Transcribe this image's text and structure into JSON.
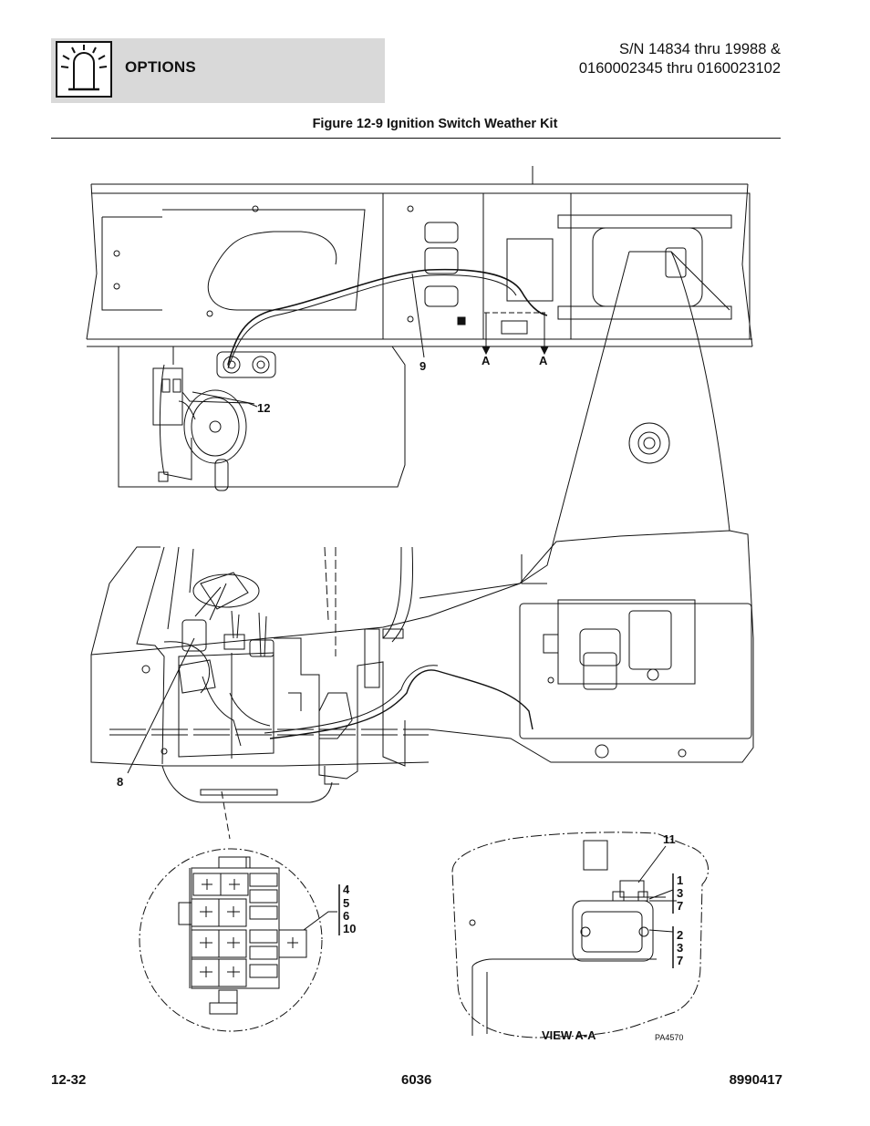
{
  "header": {
    "section_title": "OPTIONS",
    "serial_line1": "S/N 14834 thru 19988 &",
    "serial_line2": "0160002345 thru 0160023102",
    "icon": "beacon-light-icon"
  },
  "figure": {
    "title": "Figure 12-9 Ignition Switch Weather Kit",
    "callouts": {
      "c9": "9",
      "cA1": "A",
      "cA2": "A",
      "c12": "12",
      "c8": "8",
      "c11": "11",
      "group1": [
        "4",
        "5",
        "6",
        "10"
      ],
      "group2": [
        "1",
        "3",
        "7"
      ],
      "group3": [
        "2",
        "3",
        "7"
      ]
    },
    "view_label": "VIEW A-A",
    "ref_code": "PA4570"
  },
  "footer": {
    "page": "12-32",
    "model": "6036",
    "part_number": "8990417"
  }
}
